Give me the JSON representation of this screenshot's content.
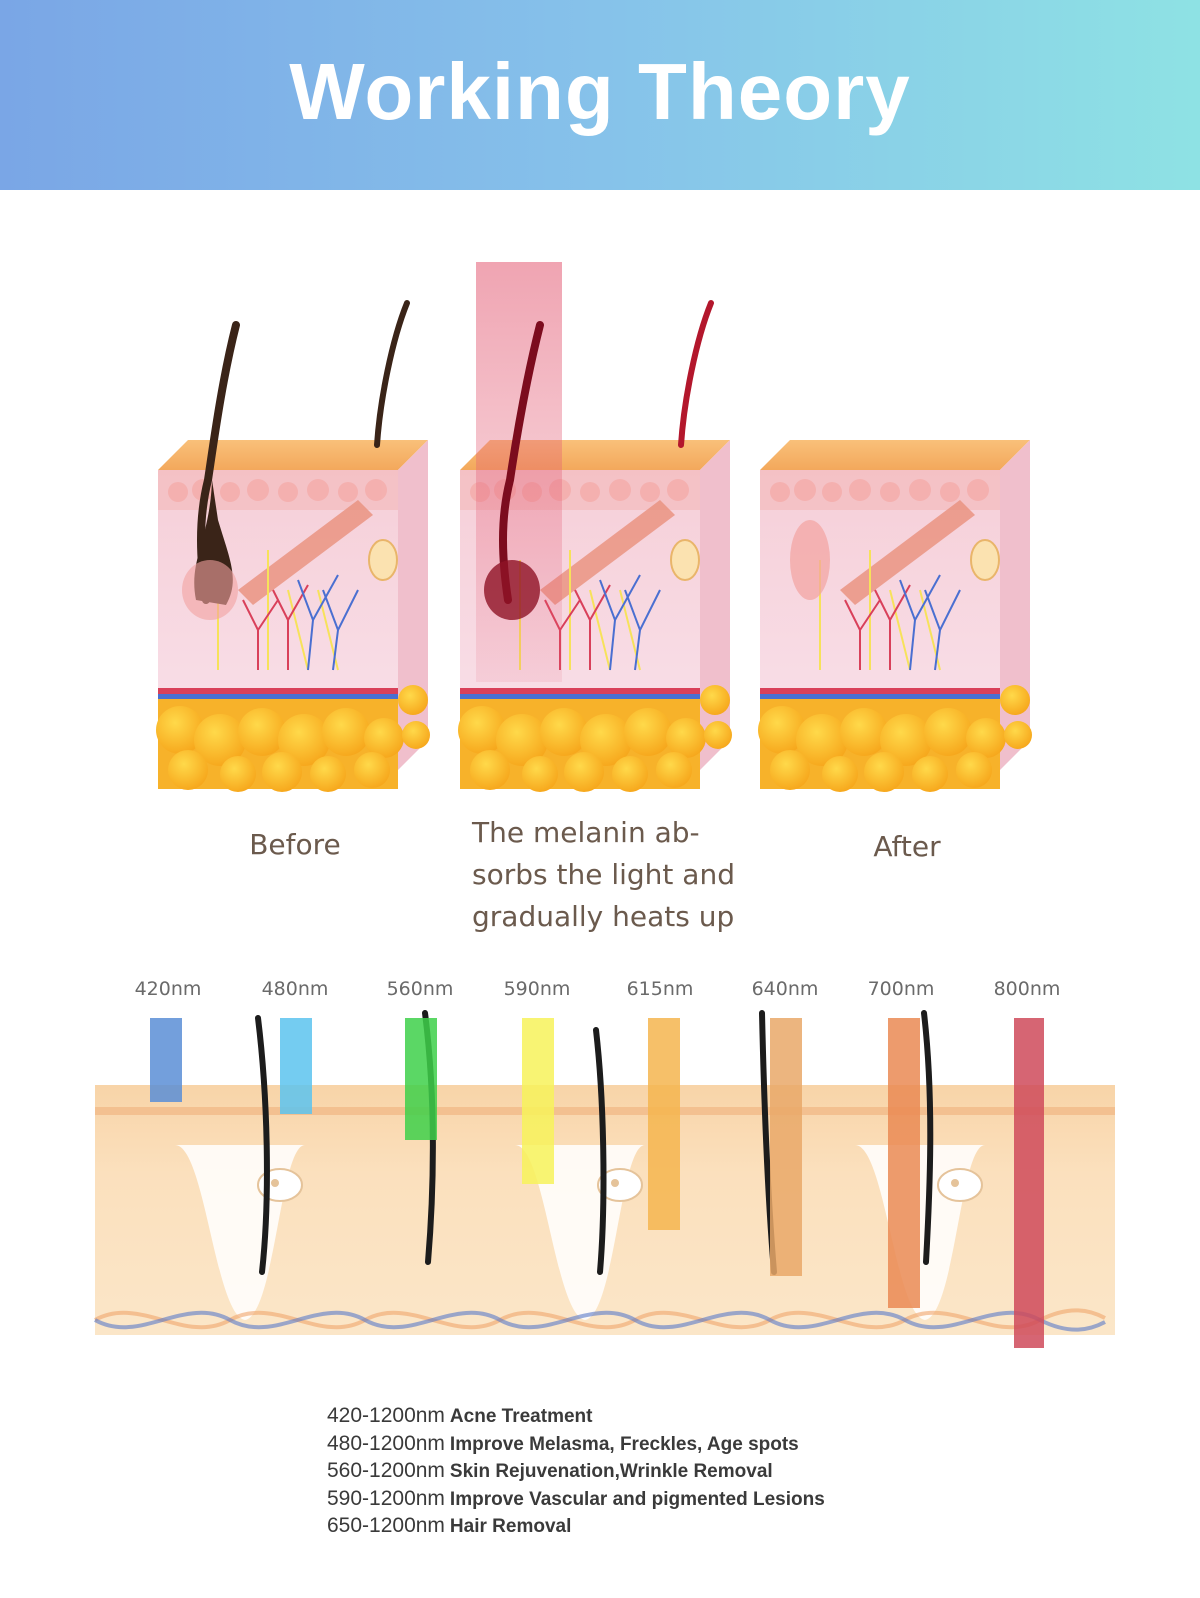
{
  "header": {
    "title": "Working Theory"
  },
  "stages": [
    {
      "caption": "Before"
    },
    {
      "caption": "The melanin ab-\nsorbs the light and\ngradually heats up"
    },
    {
      "caption": "After"
    }
  ],
  "wavelengths": [
    "420nm",
    "480nm",
    "560nm",
    "590nm",
    "615nm",
    "640nm",
    "700nm",
    "800nm"
  ],
  "colors": {
    "banner_start": "#7aa6e6",
    "banner_end": "#8ee2e4",
    "filters": [
      "#5b8ed6",
      "#5cc3ef",
      "#3ed04a",
      "#f7f25a",
      "#f5b54f",
      "#e9a868",
      "#ea8a54",
      "#cf4a5b"
    ]
  },
  "legend": [
    {
      "range": "420-1200nm",
      "desc": "Acne Treatment"
    },
    {
      "range": "480-1200nm",
      "desc": "Improve Melasma, Freckles, Age spots"
    },
    {
      "range": "560-1200nm",
      "desc": "Skin Rejuvenation,Wrinkle Removal"
    },
    {
      "range": "590-1200nm",
      "desc": "Improve Vascular and pigmented Lesions"
    },
    {
      "range": "650-1200nm",
      "desc": "Hair Removal"
    }
  ]
}
